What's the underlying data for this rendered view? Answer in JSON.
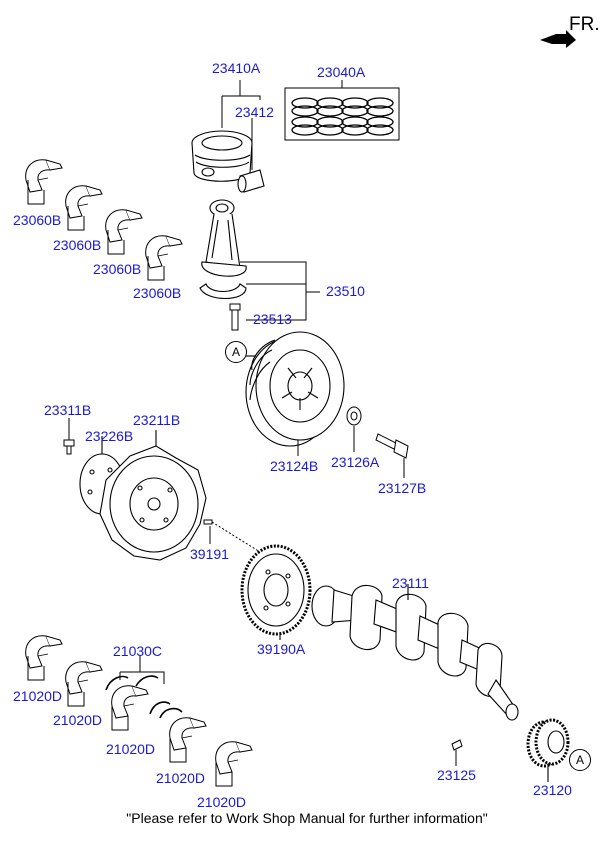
{
  "header": {
    "front_indicator": "FR."
  },
  "callouts": {
    "ref_a_pulley": "A",
    "ref_a_sprocket": "A"
  },
  "parts": {
    "piston_assy": "23410A",
    "piston_ring_set": "23040A",
    "piston_pin": "23412",
    "bearing_1": "23060B",
    "bearing_2": "23060B",
    "bearing_3": "23060B",
    "bearing_4": "23060B",
    "connecting_rod_assy": "23510",
    "rod_bolt": "23513",
    "damper_pulley": "23124B",
    "pulley_washer": "23126A",
    "pulley_bolt": "23127B",
    "drive_plate_bolt": "23311B",
    "drive_plate_adapter": "23226B",
    "drive_plate": "23211B",
    "pin_39191": "39191",
    "ring_gear": "39190A",
    "crankshaft": "23111",
    "thrust_washer": "21030C",
    "main_bearing_1": "21020D",
    "main_bearing_2": "21020D",
    "main_bearing_3": "21020D",
    "main_bearing_4": "21020D",
    "main_bearing_5": "21020D",
    "key": "23125",
    "sprocket": "23120"
  },
  "footer": {
    "note": "\"Please refer to Work Shop Manual for further information\""
  }
}
